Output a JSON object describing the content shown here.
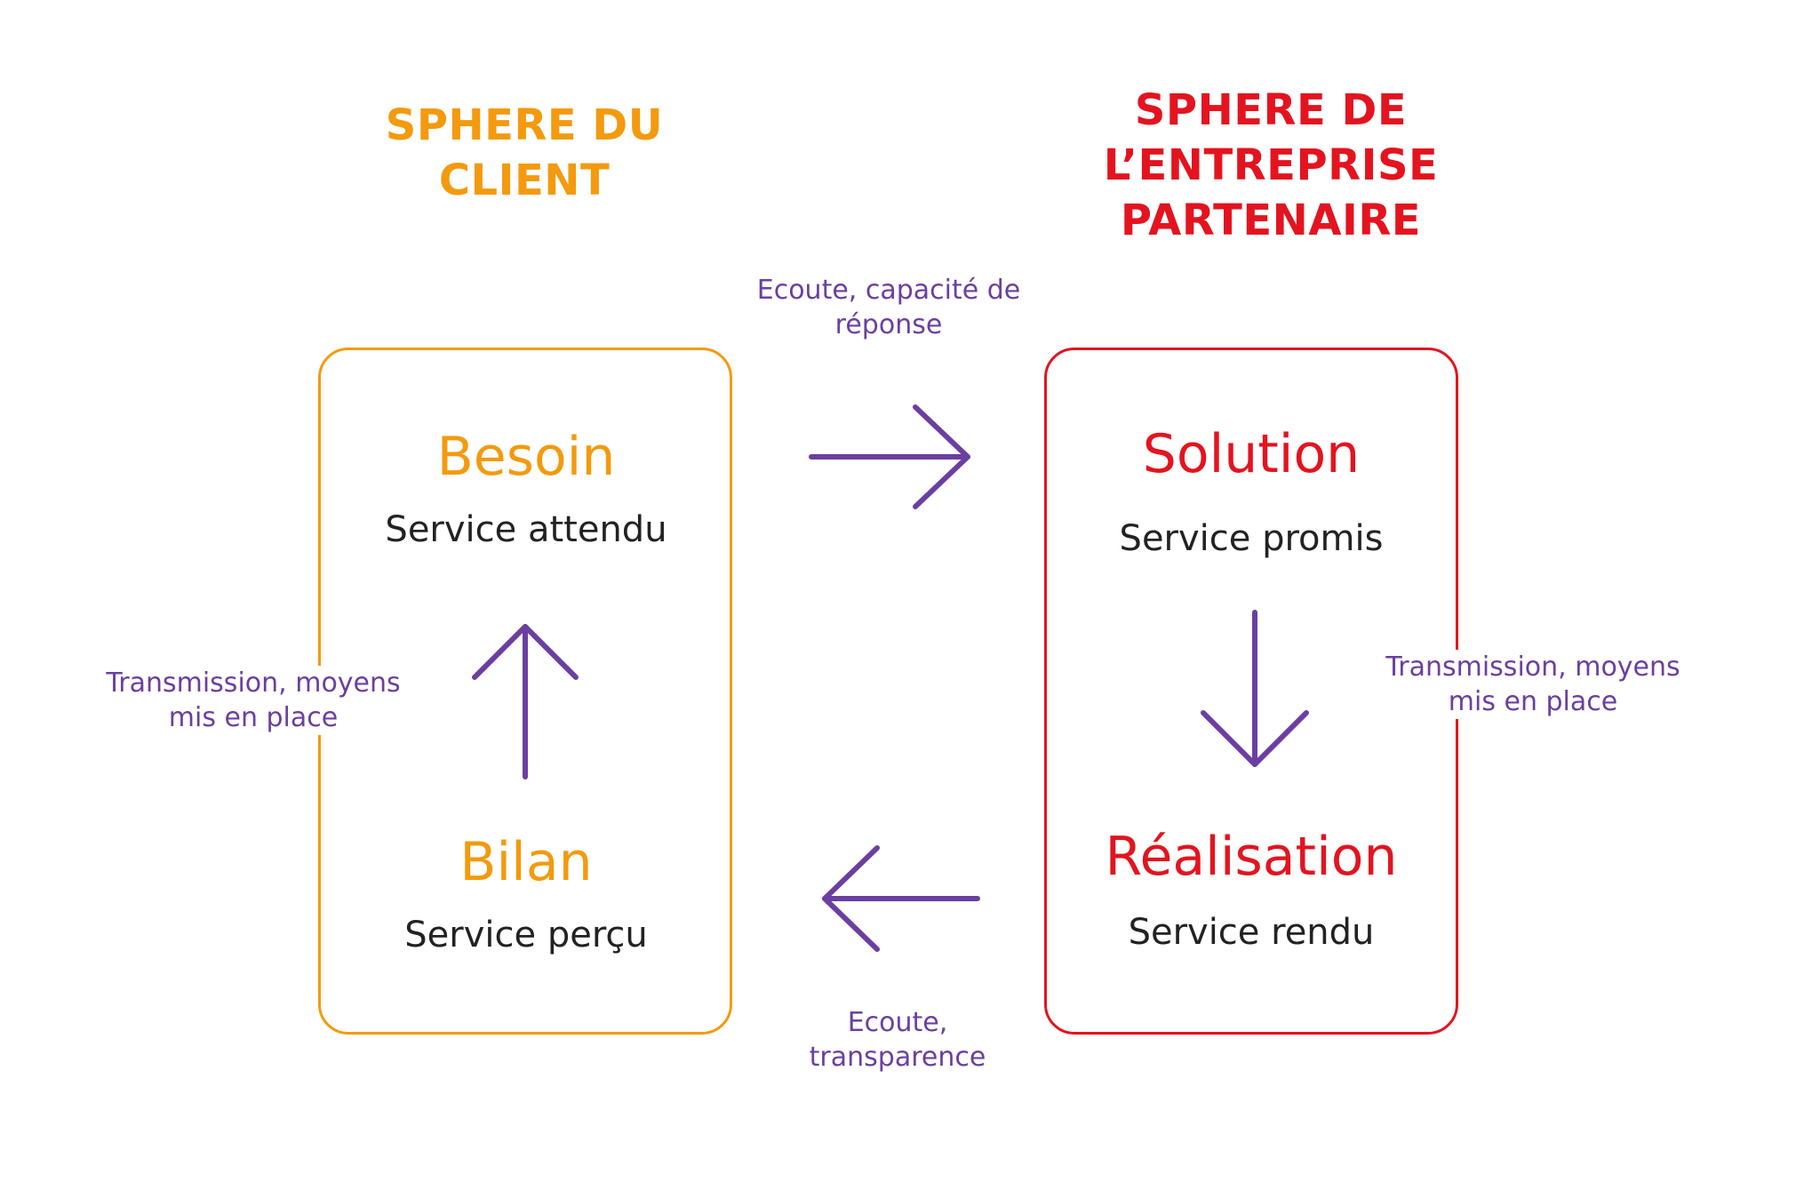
{
  "colors": {
    "client": "#F39A0E",
    "partner": "#E3141F",
    "arrow": "#6B3FA0",
    "text": "#222222"
  },
  "spheres": {
    "client": {
      "title_lines": [
        "SPHERE DU",
        "CLIENT"
      ]
    },
    "partner": {
      "title_lines": [
        "SPHERE DE",
        "L’ENTREPRISE",
        "PARTENAIRE"
      ]
    }
  },
  "nodes": {
    "besoin": {
      "title": "Besoin",
      "subtitle": "Service attendu"
    },
    "bilan": {
      "title": "Bilan",
      "subtitle": "Service perçu"
    },
    "solution": {
      "title": "Solution",
      "subtitle": "Service promis"
    },
    "realisation": {
      "title": "Réalisation",
      "subtitle": "Service rendu"
    }
  },
  "edges": {
    "besoin_to_solution": {
      "label_lines": [
        "Ecoute, capacité de",
        "réponse"
      ],
      "direction": "right"
    },
    "solution_to_realisation": {
      "label_lines": [
        "Transmission, moyens",
        "mis en place"
      ],
      "direction": "down"
    },
    "realisation_to_bilan": {
      "label_lines": [
        "Ecoute,",
        "transparence"
      ],
      "direction": "left"
    },
    "bilan_to_besoin": {
      "label_lines": [
        "Transmission, moyens",
        "mis en place"
      ],
      "direction": "up"
    }
  }
}
